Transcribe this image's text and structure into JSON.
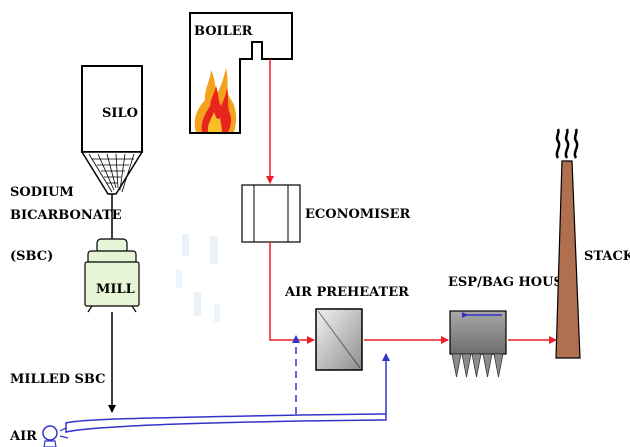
{
  "labels": {
    "boiler": "BOILER",
    "silo": "SILO",
    "sodium": "SODIUM",
    "bicarbonate": "BICARBONATE",
    "sbc": "(SBC)",
    "mill": "MILL",
    "economiser": "ECONOMISER",
    "air_preheater": "AIR PREHEATER",
    "esp_bag_house": "ESP/BAG HOUSE",
    "stack": "STACK",
    "milled_sbc": "MILLED SBC",
    "air": "AIR"
  },
  "colors": {
    "flue_gas": "#ee1c25",
    "air": "#3333cc",
    "stack": "#b07050",
    "esp_body": "#8c8c8c",
    "preheater": "#b5b5b5",
    "flame_outer": "#f4a21b",
    "flame_inner": "#e8241c",
    "smoke": "#000000",
    "outline": "#000000"
  },
  "icons": {
    "flame": "flame-icon",
    "smoke": "smoke-icon",
    "fan": "fan-icon"
  }
}
